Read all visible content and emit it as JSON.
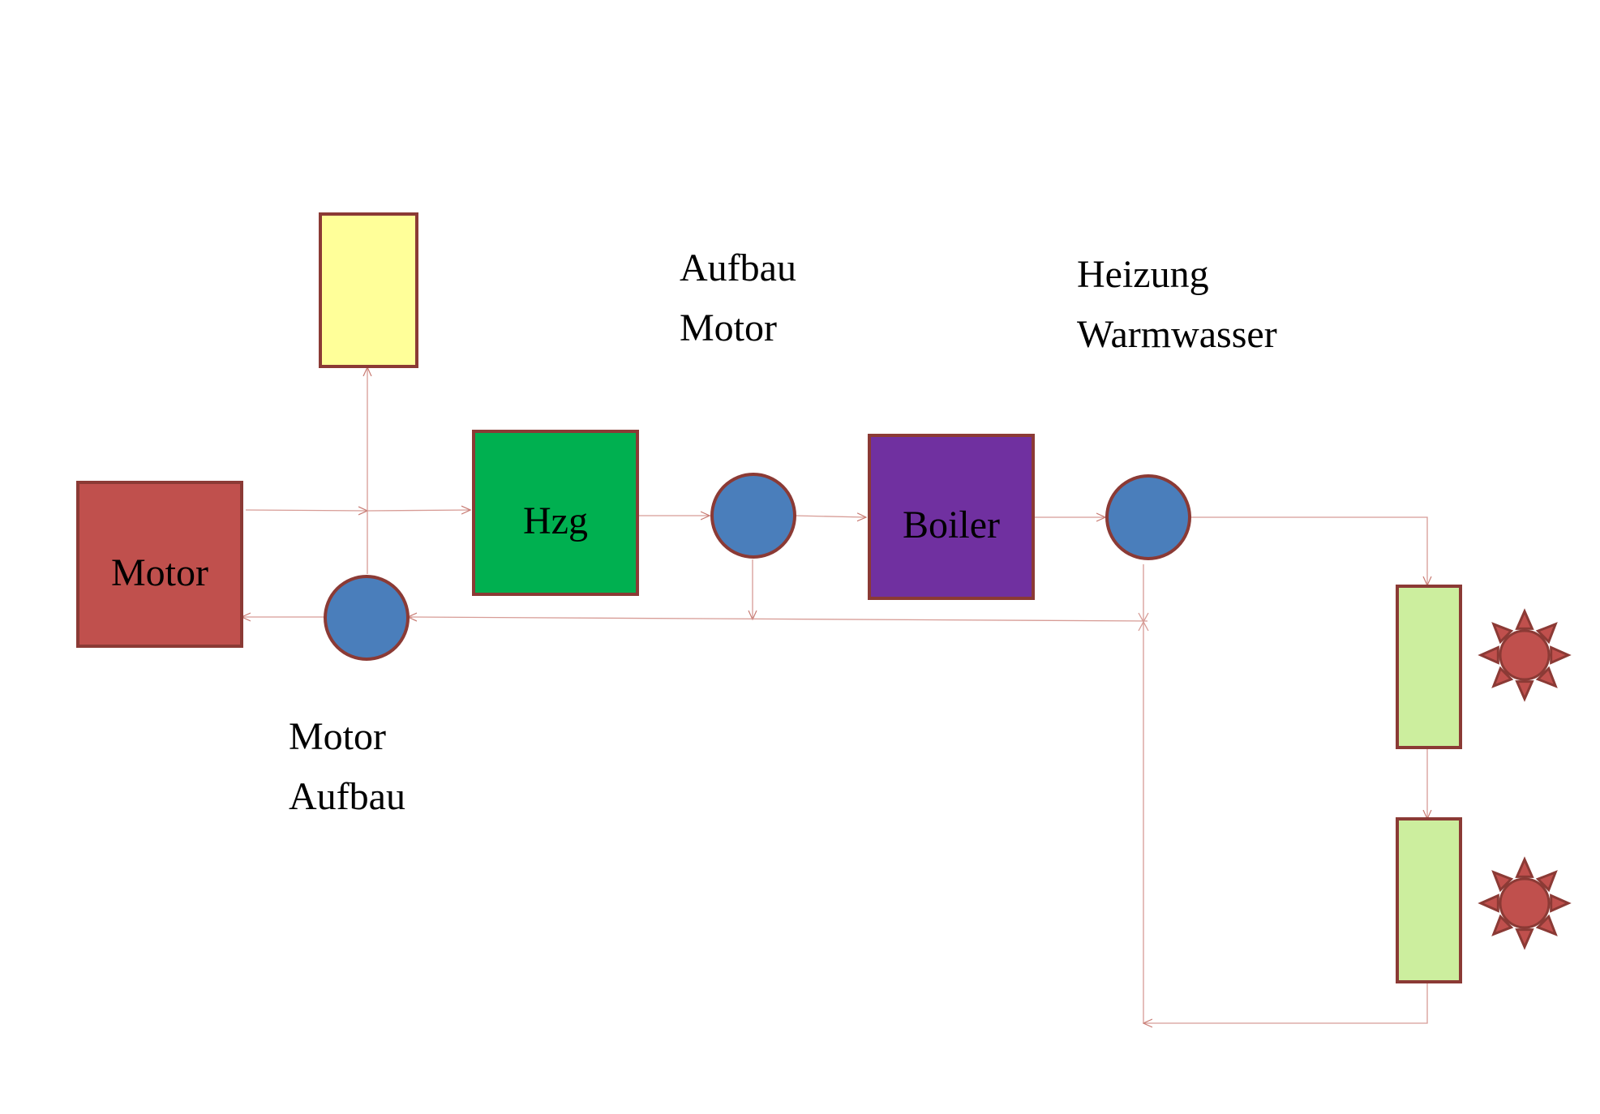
{
  "diagram": {
    "title": "",
    "labels": {
      "aufbau_motor": [
        "Aufbau",
        "Motor"
      ],
      "heizung_warmwasser": [
        "Heizung",
        "Warmwasser"
      ],
      "motor_aufbau": [
        "Motor",
        "Aufbau"
      ]
    },
    "boxes": {
      "motor": "Motor",
      "hzg": "Hzg",
      "boiler": "Boiler"
    },
    "colors": {
      "motor": "#C0504D",
      "hzg": "#00B050",
      "boiler": "#7030A0",
      "tank": "#FFFF99",
      "radiator": "#CCEE9E",
      "valve": "#4A7EBB",
      "outline": "#8B3A35",
      "pipe": "#D79C96",
      "sun": "#C0504D"
    }
  }
}
